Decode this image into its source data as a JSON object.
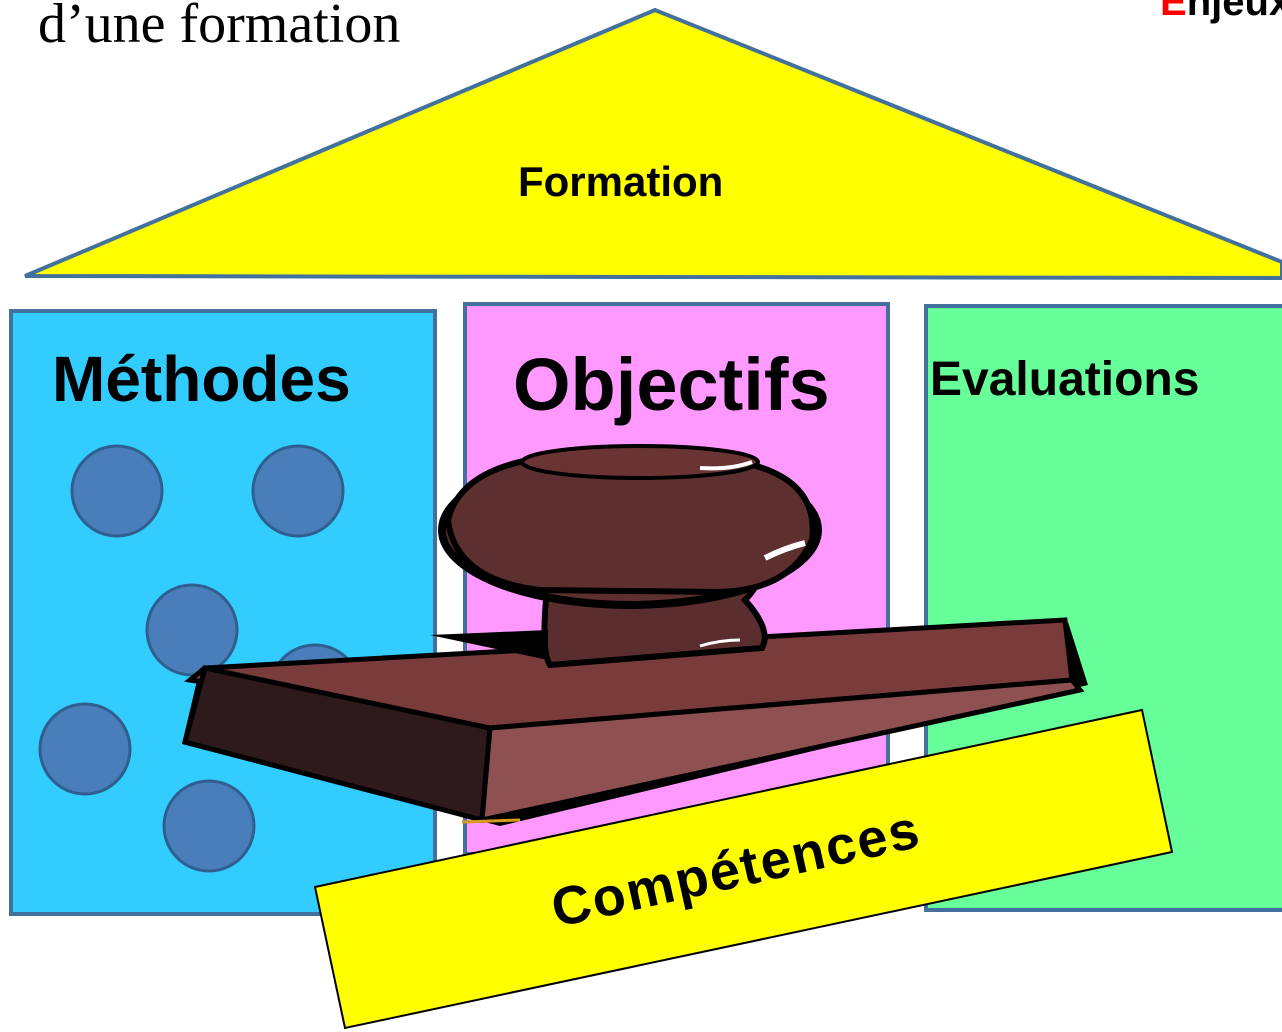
{
  "slide": {
    "title_fragment": "d’une formation",
    "corner_label_first": "E",
    "corner_label_rest": "njeux"
  },
  "roof": {
    "label": "Formation",
    "fill": "#ffff00",
    "stroke": "#41719c"
  },
  "pillars": [
    {
      "label": "Méthodes",
      "fill": "#33ccff"
    },
    {
      "label": "Objectifs",
      "fill": "#ff99ff"
    },
    {
      "label": "Evaluations",
      "fill": "#66ff99"
    }
  ],
  "stamp": {
    "color": "#7a3b3b",
    "icon": "rubber-stamp-icon"
  },
  "banner": {
    "label": "Compétences",
    "fill": "#ffff00"
  },
  "dots_color": "#4a7ebb",
  "accent_red": "#ff0000"
}
